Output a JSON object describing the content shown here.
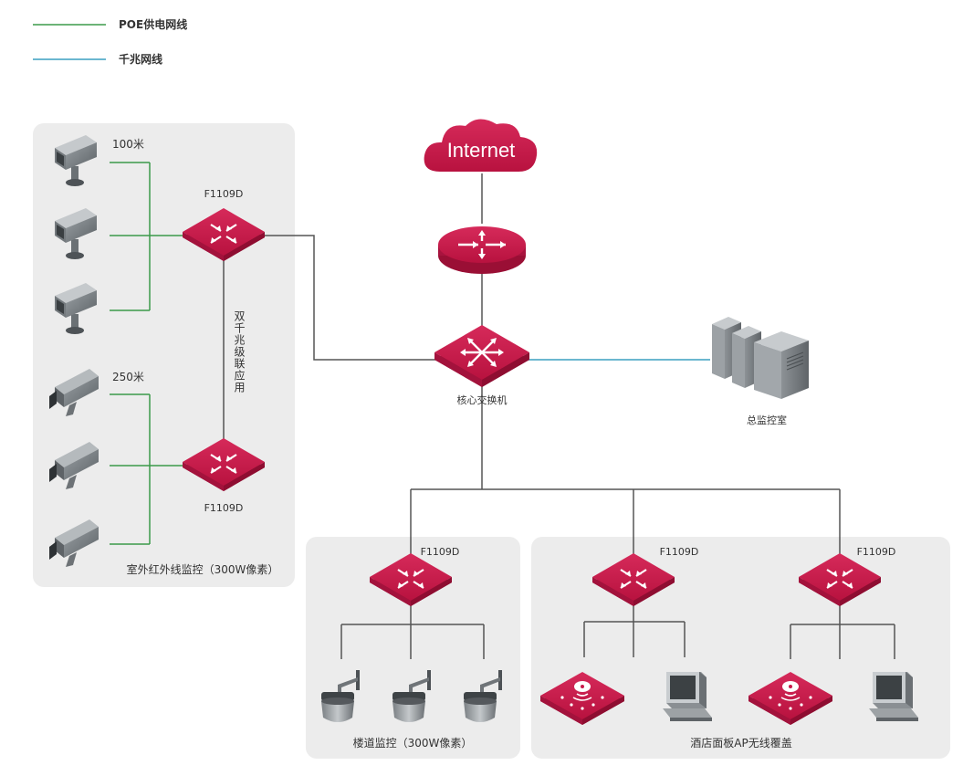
{
  "legend": {
    "poe_label": "POE供电网线",
    "gigabit_label": "千兆网线",
    "poe_color": "#3b9a4a",
    "gigabit_color": "#3a9fc0"
  },
  "colors": {
    "device_red": "#c8194a",
    "zone_bg": "#ececec",
    "link": "#555555"
  },
  "internet": {
    "label": "Internet"
  },
  "core_switch": {
    "label": "核心交换机"
  },
  "monitor_room": {
    "label": "总监控室"
  },
  "outdoor_zone": {
    "label": "室外红外线监控（300W像素）",
    "distance_top": "100米",
    "distance_bottom": "250米",
    "switch_top": "F1109D",
    "switch_bottom": "F1109D",
    "cascade_label": "双千兆级联应用"
  },
  "corridor_zone": {
    "label": "楼道监控（300W像素）",
    "switch": "F1109D"
  },
  "hotel_zone": {
    "label": "酒店面板AP无线覆盖",
    "switch_left": "F1109D",
    "switch_right": "F1109D"
  }
}
